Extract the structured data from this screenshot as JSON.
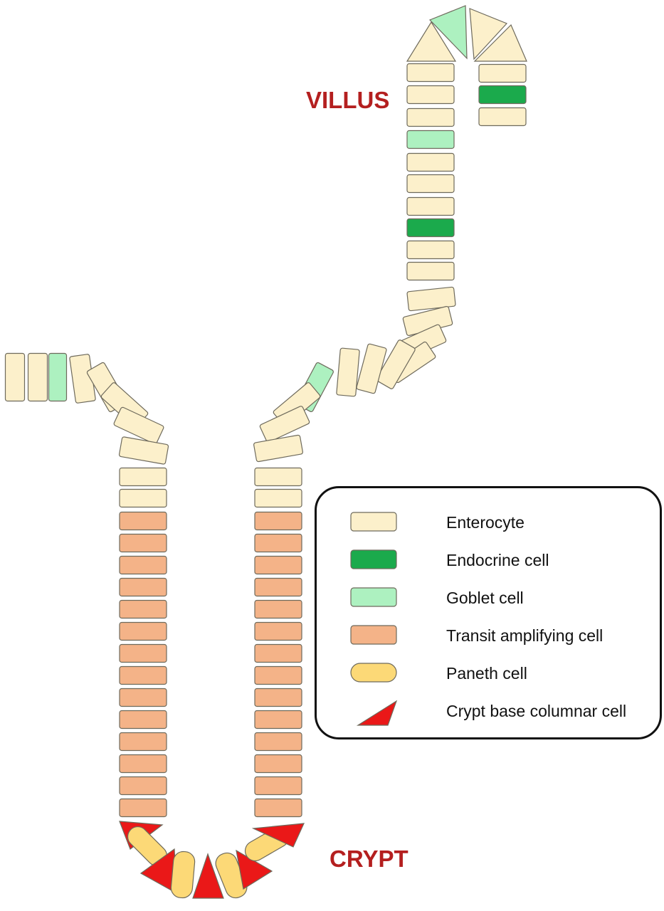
{
  "labels": {
    "villus": "VILLUS",
    "crypt": "CRYPT"
  },
  "legend": {
    "items": [
      {
        "key": "enterocyte",
        "label": "Enterocyte",
        "shape": "rect",
        "color": "#FCF0CB"
      },
      {
        "key": "endocrine",
        "label": "Endocrine cell",
        "shape": "rect",
        "color": "#1BAA4C"
      },
      {
        "key": "goblet",
        "label": "Goblet cell",
        "shape": "rect",
        "color": "#ADF1C0"
      },
      {
        "key": "transit",
        "label": "Transit amplifying cell",
        "shape": "rect",
        "color": "#F4B388"
      },
      {
        "key": "paneth",
        "label": "Paneth cell",
        "shape": "pill",
        "color": "#FCD977"
      },
      {
        "key": "cbc",
        "label": "Crypt base columnar cell",
        "shape": "triangle",
        "color": "#EA1818"
      }
    ]
  },
  "colors": {
    "label_red": "#B41F1F",
    "cell_outline": "#6E6A5C",
    "legend_border": "#111111"
  }
}
